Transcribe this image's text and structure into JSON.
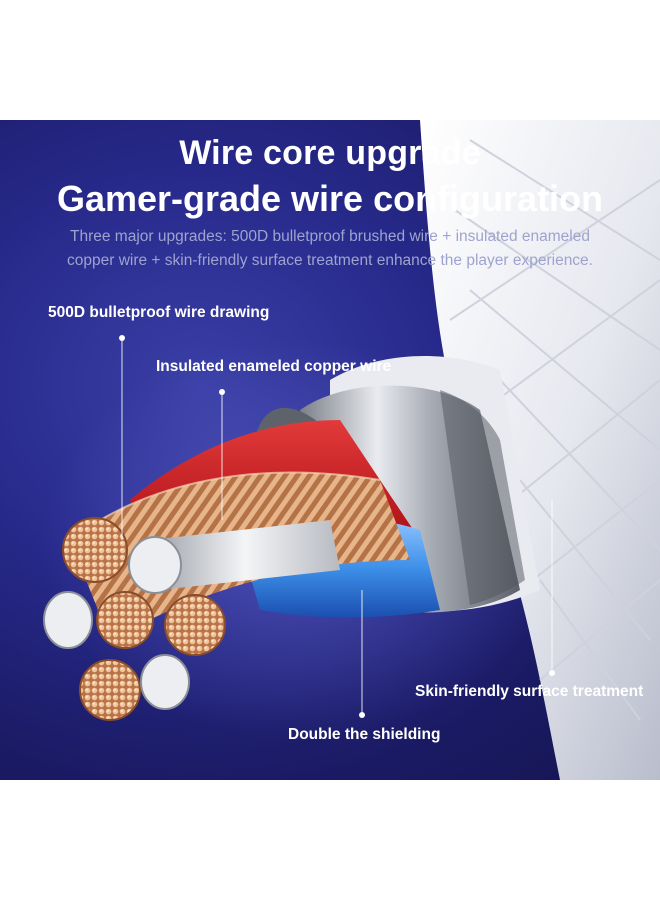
{
  "header": {
    "title_line1": "Wire core upgrade",
    "title_line2": "Gamer-grade wire configuration",
    "subtitle_line1": "Three major upgrades: 500D bulletproof brushed wire + insulated enameled",
    "subtitle_line2": "copper wire + skin-friendly surface treatment enhance the player experience."
  },
  "callouts": {
    "bulletproof": "500D bulletproof wire drawing",
    "copper": "Insulated enameled copper wire",
    "surface": "Skin-friendly surface treatment",
    "shielding": "Double the shielding"
  },
  "colors": {
    "background": "#20237a",
    "cable_jacket": "#eceef3",
    "red_wire": "#c0161b",
    "blue_wire": "#3d8fe8",
    "copper": "#d99a70"
  }
}
